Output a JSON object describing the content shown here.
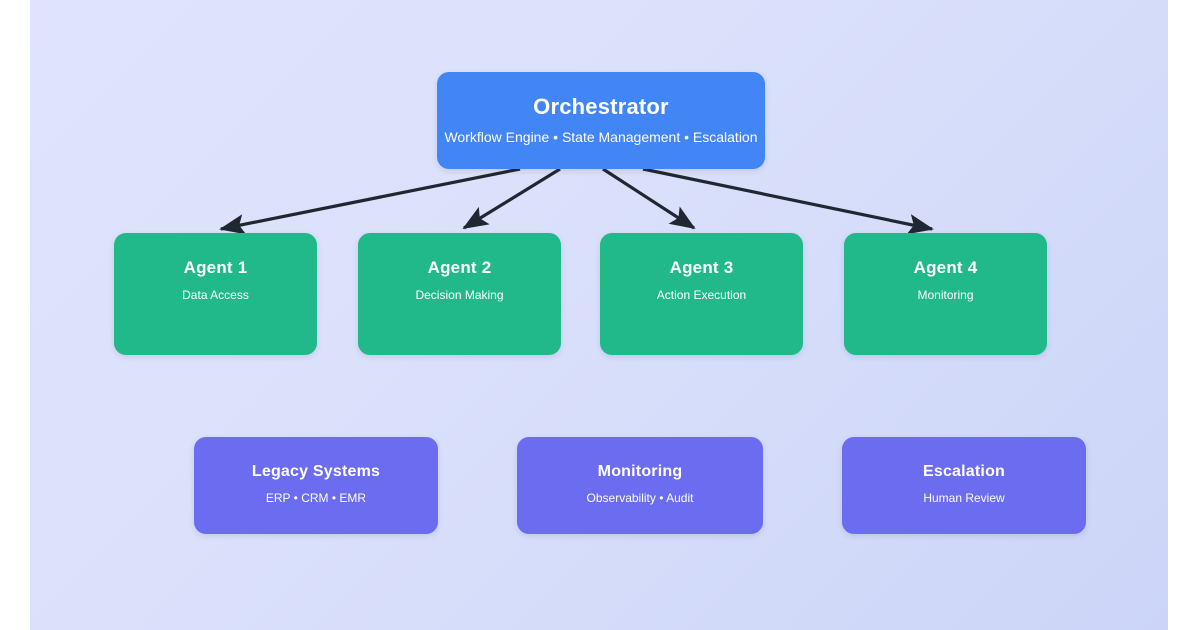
{
  "diagram": {
    "background": {
      "surface_gradient_from": "#dfe4fc",
      "surface_gradient_to": "#ccd5f8",
      "page": "#ffffff"
    },
    "colors": {
      "orchestrator": "#4285f4",
      "agent": "#22b98a",
      "support": "#6c6cf0",
      "edge": "#1f2733",
      "text": "#ffffff"
    },
    "orchestrator": {
      "title": "Orchestrator",
      "subtitle": "Workflow Engine • State Management • Escalation"
    },
    "agents": [
      {
        "title": "Agent 1",
        "subtitle": "Data Access"
      },
      {
        "title": "Agent 2",
        "subtitle": "Decision Making"
      },
      {
        "title": "Agent 3",
        "subtitle": "Action Execution"
      },
      {
        "title": "Agent 4",
        "subtitle": "Monitoring"
      }
    ],
    "support": [
      {
        "title": "Legacy Systems",
        "subtitle": "ERP • CRM • EMR"
      },
      {
        "title": "Monitoring",
        "subtitle": "Observability • Audit"
      },
      {
        "title": "Escalation",
        "subtitle": "Human Review"
      }
    ],
    "edges": [
      {
        "from": "Orchestrator",
        "to": "Agent 1"
      },
      {
        "from": "Orchestrator",
        "to": "Agent 2"
      },
      {
        "from": "Orchestrator",
        "to": "Agent 3"
      },
      {
        "from": "Orchestrator",
        "to": "Agent 4"
      }
    ]
  }
}
